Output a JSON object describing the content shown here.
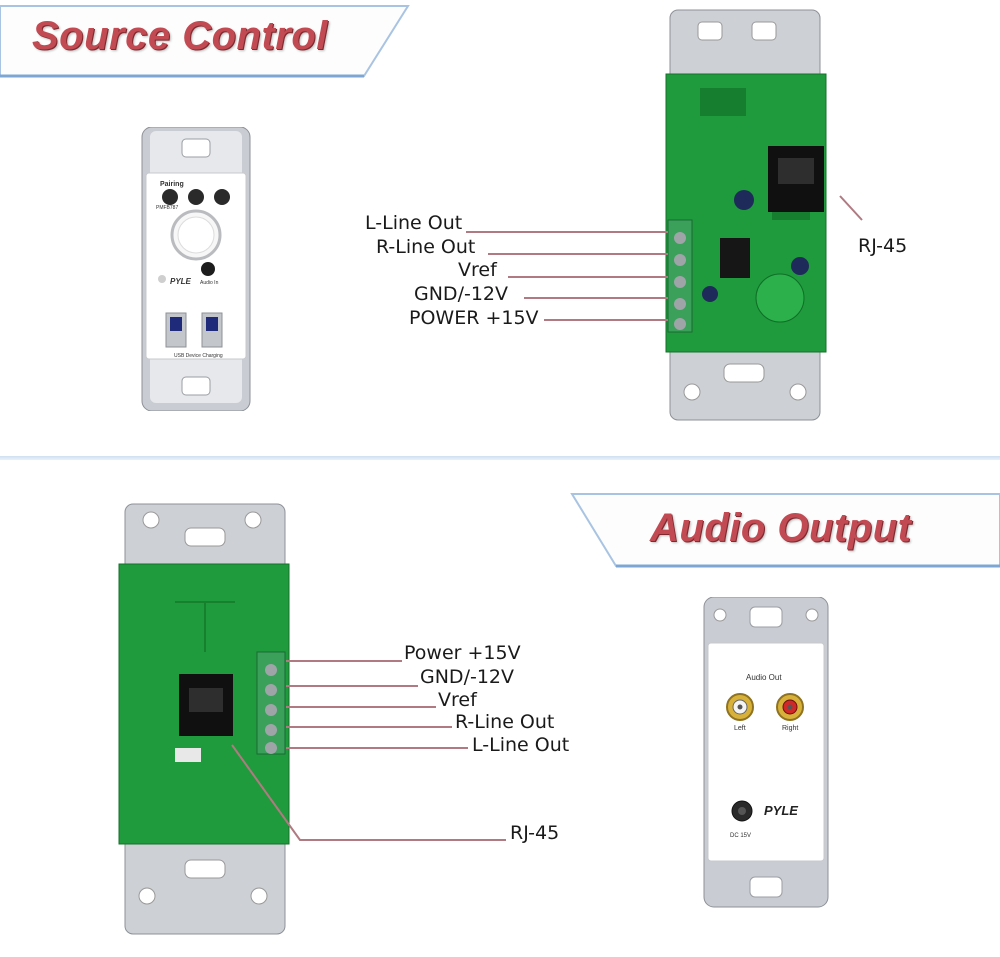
{
  "banners": {
    "source_control": "Source Control",
    "audio_output": "Audio Output"
  },
  "source_plate": {
    "pairing": "Pairing",
    "model": "PMFB787",
    "brand": "PYLE",
    "audio_in": "Audio In",
    "usb_caption": "USB Device Charging"
  },
  "source_board_labels": {
    "l_line_out": "L-Line Out",
    "r_line_out": "R-Line Out",
    "vref": "Vref",
    "gnd": "GND/-12V",
    "power": "POWER +15V",
    "rj45": "RJ-45"
  },
  "output_board_labels": {
    "power": "Power +15V",
    "gnd": "GND/-12V",
    "vref": "Vref",
    "r_line_out": "R-Line Out",
    "l_line_out": "L-Line Out",
    "rj45": "RJ-45"
  },
  "output_plate": {
    "audio_out": "Audio Out",
    "left": "Left",
    "right": "Right",
    "brand": "PYLE",
    "dc": "DC 15V"
  },
  "colors": {
    "banner_text": "#c24a52",
    "leader_line": "#b07a82",
    "pcb_green": "#1f9a3c",
    "terminal_green": "#3aa05a"
  }
}
